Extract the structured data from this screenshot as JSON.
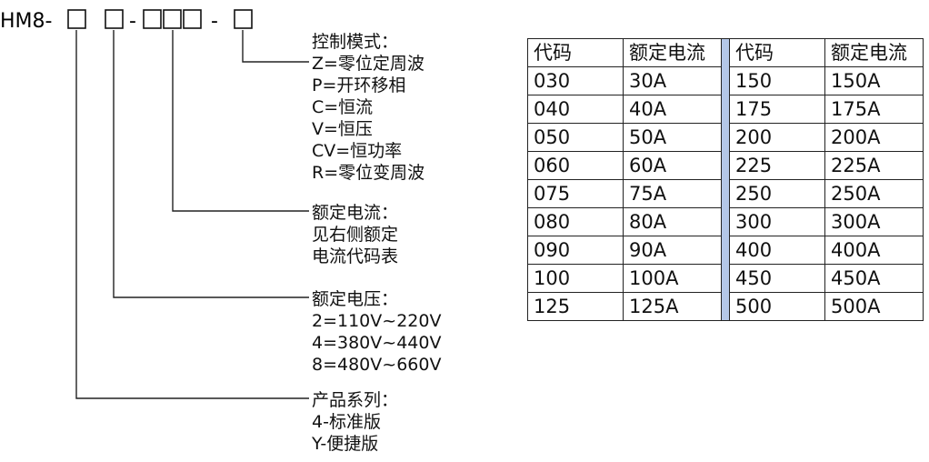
{
  "model": {
    "prefix": "HM8-",
    "dash1": "-",
    "dash2": "-"
  },
  "groups": {
    "control_mode": {
      "title": "控制模式：",
      "items": [
        "Z=零位定周波",
        "P=开环移相",
        "C=恒流",
        "V=恒压",
        "CV=恒功率",
        "R=零位变周波"
      ]
    },
    "rated_current": {
      "title": "额定电流：",
      "items": [
        "见右侧额定",
        "电流代码表"
      ]
    },
    "rated_voltage": {
      "title": "额定电压：",
      "items": [
        "2=110V~220V",
        "4=380V~440V",
        "8=480V~660V"
      ]
    },
    "series": {
      "title": "产品系列：",
      "items": [
        "4-标准版",
        "Y-便捷版"
      ]
    }
  },
  "table": {
    "headers": [
      "代码",
      "额定电流",
      "代码",
      "额定电流"
    ],
    "rows": [
      [
        "030",
        "30A",
        "150",
        "150A"
      ],
      [
        "040",
        "40A",
        "175",
        "175A"
      ],
      [
        "050",
        "50A",
        "200",
        "200A"
      ],
      [
        "060",
        "60A",
        "225",
        "225A"
      ],
      [
        "075",
        "75A",
        "250",
        "250A"
      ],
      [
        "080",
        "80A",
        "300",
        "300A"
      ],
      [
        "090",
        "90A",
        "400",
        "400A"
      ],
      [
        "100",
        "100A",
        "450",
        "450A"
      ],
      [
        "125",
        "125A",
        "500",
        "500A"
      ]
    ],
    "separator_color": "#b4c7e7"
  }
}
